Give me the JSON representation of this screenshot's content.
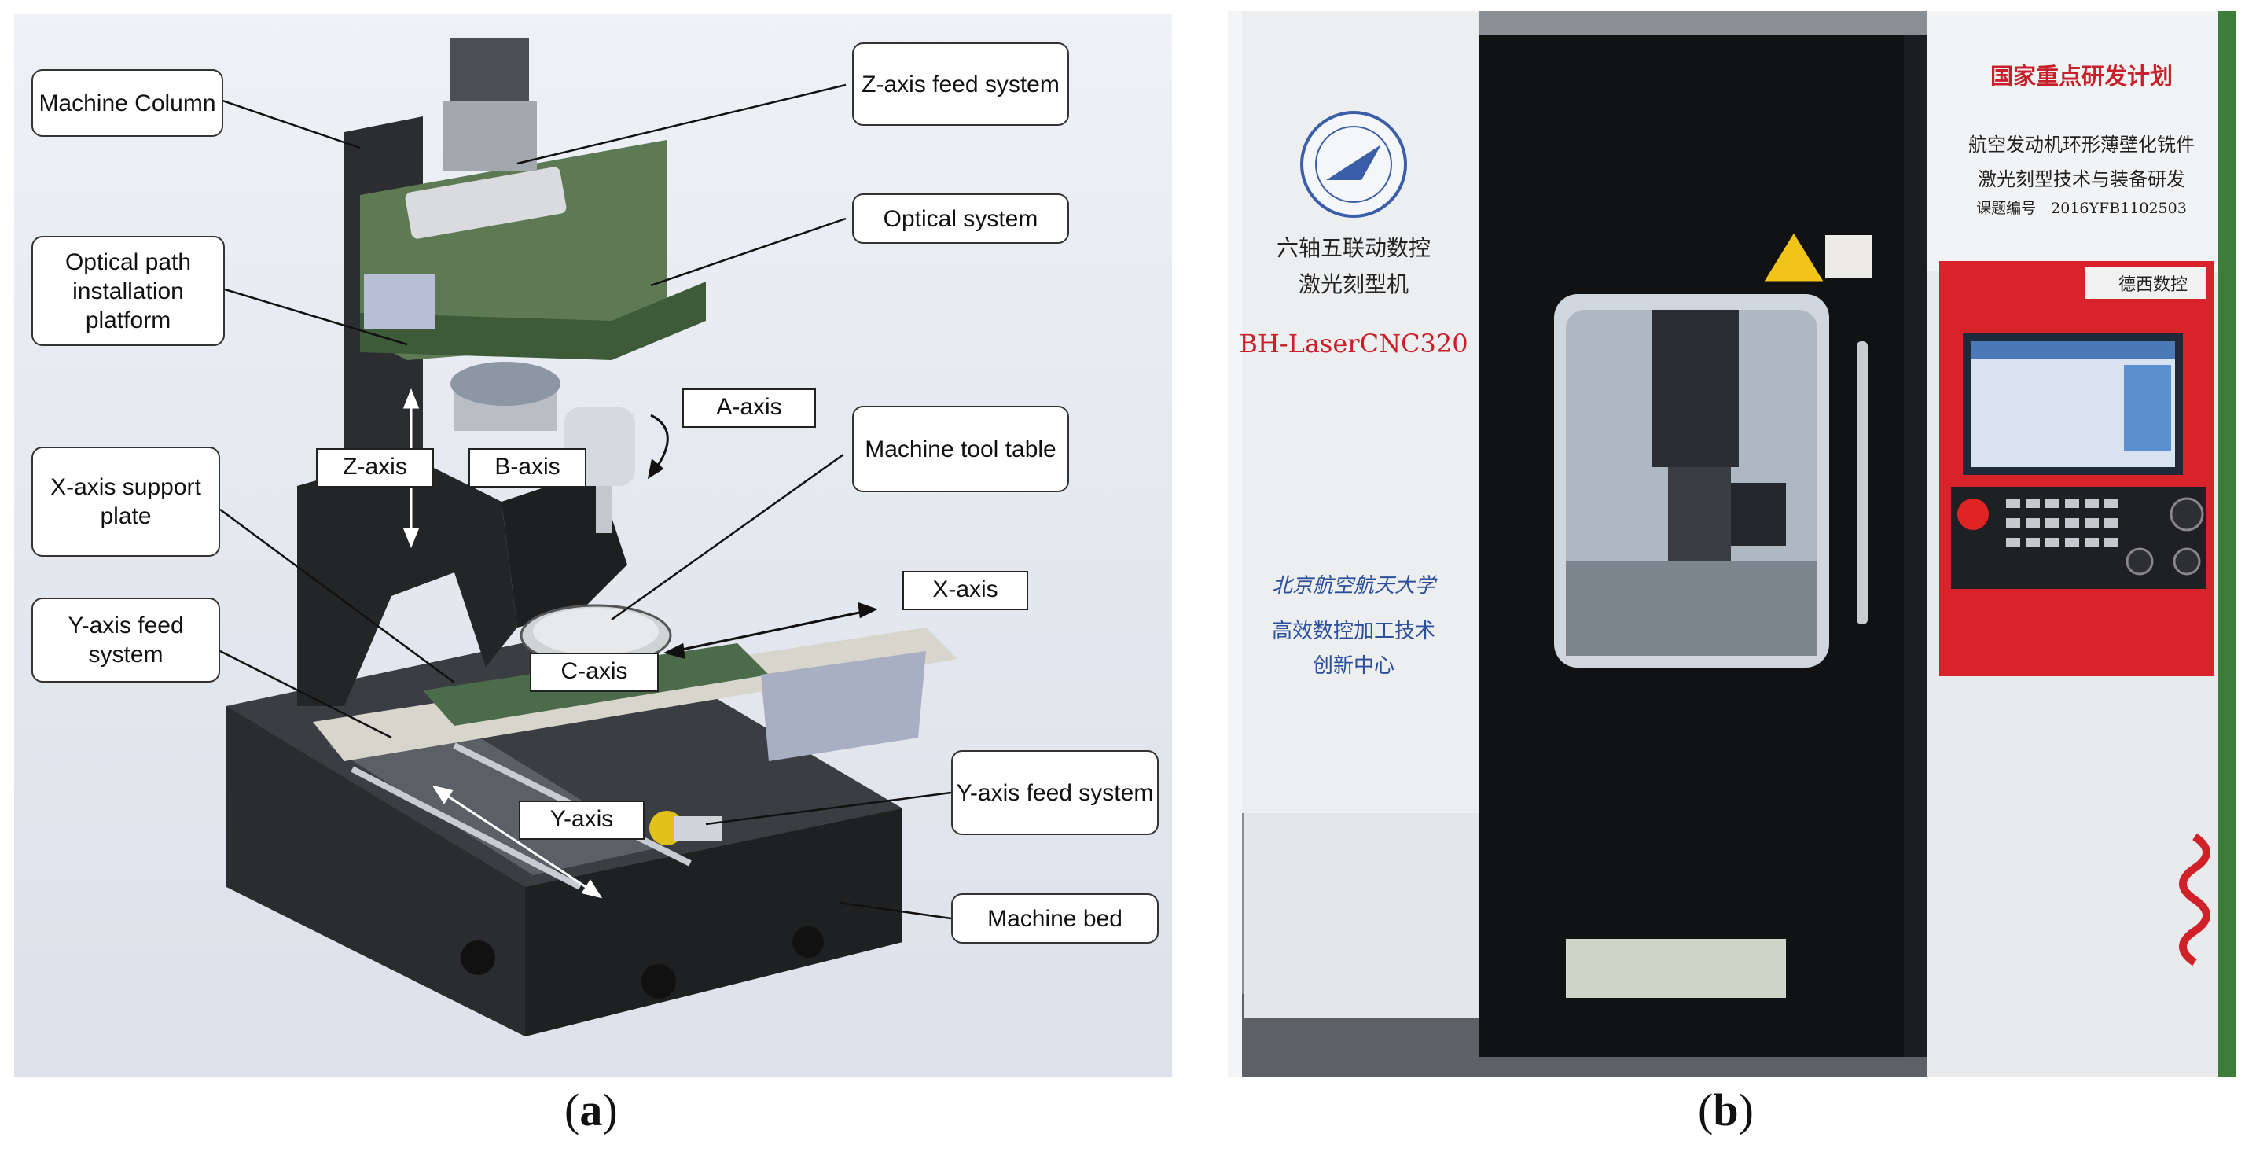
{
  "panel_a": {
    "caption": "a",
    "callouts": {
      "machine_column": "Machine Column",
      "z_axis_feed": "Z-axis feed system",
      "optical_system": "Optical system",
      "optical_platform": "Optical path installation platform",
      "machine_tool_table": "Machine tool table",
      "x_axis_support": "X-axis support plate",
      "y_axis_feed_left": "Y-axis feed system",
      "y_axis_feed_right": "Y-axis feed system",
      "machine_bed": "Machine bed"
    },
    "axes": {
      "a_axis": "A-axis",
      "z_axis": "Z-axis",
      "b_axis": "B-axis",
      "x_axis": "X-axis",
      "c_axis": "C-axis",
      "y_axis": "Y-axis"
    }
  },
  "panel_b": {
    "caption": "b",
    "left_sign": {
      "title_line1": "六轴五联动数控",
      "title_line2": "激光刻型机",
      "model": "BH-LaserCNC320",
      "university": "北京航空航天大学",
      "center_line1": "高效数控加工技术",
      "center_line2": "创新中心"
    },
    "right_sign": {
      "program": "国家重点研发计划",
      "project_line1": "航空发动机环形薄壁化铣件",
      "project_line2": "激光刻型技术与装备研发",
      "project_no": "课题编号　2016YFB1102503"
    },
    "control_brand": "德西数控",
    "colors": {
      "red_text": "#c8202a",
      "control_red": "#d8232a",
      "door_black": "#111214"
    }
  }
}
